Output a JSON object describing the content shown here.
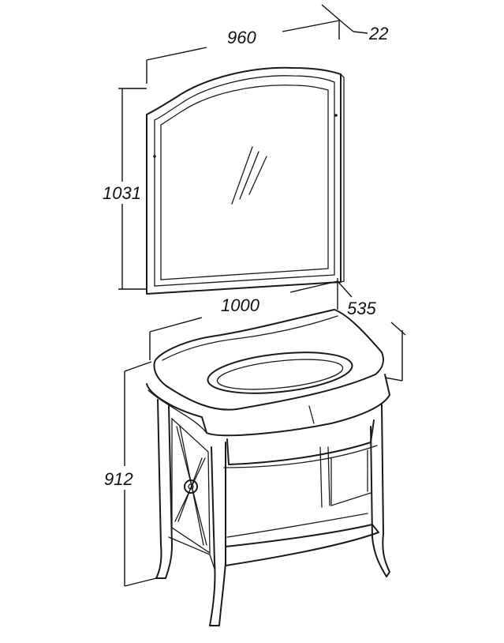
{
  "dimensions": {
    "mirror_width": "960",
    "mirror_depth": "22",
    "mirror_height": "1031",
    "cabinet_width": "1000",
    "cabinet_depth": "535",
    "cabinet_height": "912"
  }
}
